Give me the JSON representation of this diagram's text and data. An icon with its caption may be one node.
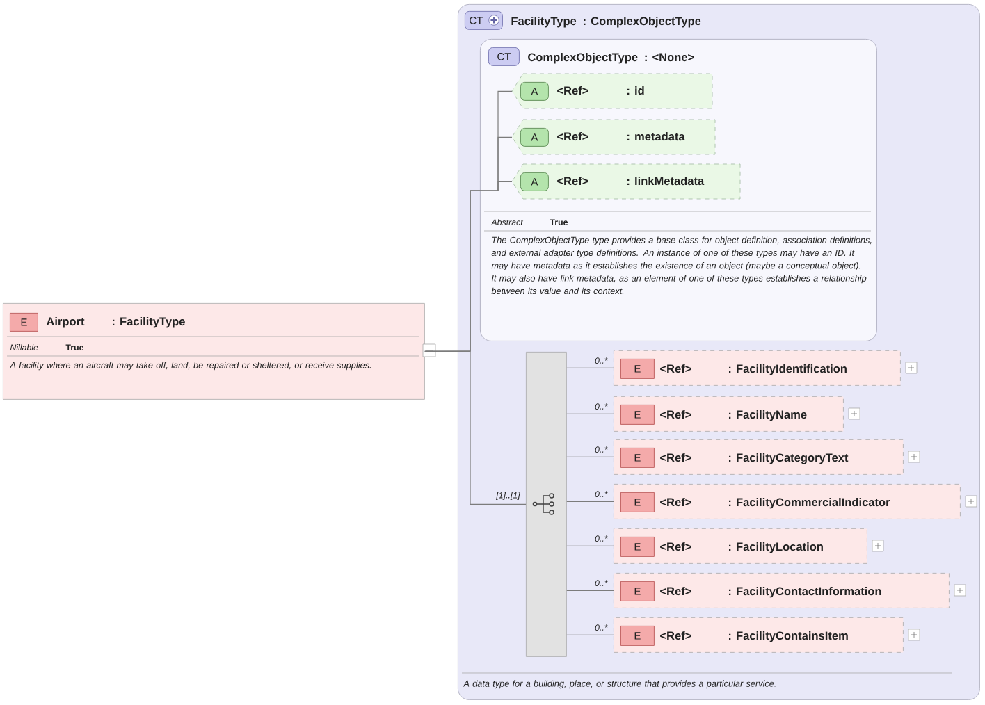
{
  "diagram": {
    "nodes": [
      {
        "text": [
          "E",
          "Airport",
          ": FacilityType",
          "Nillable",
          "True",
          "A facility where an aircraft may take off, land, be repaired or sheltered, or receive supplies."
        ]
      },
      {
        "text": [
          "CT",
          "FacilityType",
          ": ComplexObjectType",
          "A data type for a building, place, or structure that provides a particular service."
        ]
      },
      {
        "text": [
          "CT",
          "ComplexObjectType",
          ": <None>",
          "Abstract",
          "True",
          "The ComplexObjectType type provides a base class for object definition, association definitions, and external adapter type definitions. An instance of one of these types may have an ID. It may have metadata as it establishes the existence of an object (maybe a conceptual object). It may also have link metadata, as an element of one of these types establishes a relationship between its value and its context."
        ],
        "in": 1
      },
      {
        "text": [
          "A",
          "<Ref>",
          ": id"
        ],
        "in": 2
      },
      {
        "text": [
          "A",
          "<Ref>",
          ": metadata"
        ],
        "in": 2
      },
      {
        "text": [
          "A",
          "<Ref>",
          ": linkMetadata"
        ],
        "in": 2
      },
      {
        "text": [],
        "shape": "bar",
        "in": 1
      },
      {
        "text": [
          "E",
          "<Ref>",
          ": FacilityIdentification"
        ],
        "in": 1
      },
      {
        "text": [
          "E",
          "<Ref>",
          ": FacilityName"
        ],
        "in": 1
      },
      {
        "text": [
          "E",
          "<Ref>",
          ": FacilityCategoryText"
        ],
        "in": 1
      },
      {
        "text": [
          "E",
          "<Ref>",
          ": FacilityCommercialIndicator"
        ],
        "in": 1
      },
      {
        "text": [
          "E",
          "<Ref>",
          ": FacilityLocation"
        ],
        "in": 1
      },
      {
        "text": [
          "E",
          "<Ref>",
          ": FacilityContactInformation"
        ],
        "in": 1
      },
      {
        "text": [
          "E",
          "<Ref>",
          ": FacilityContainsItem"
        ],
        "in": 1
      }
    ],
    "edges": [
      {
        "from": 0,
        "to": 3,
        "arrow": "none"
      },
      {
        "from": 0,
        "to": 4,
        "arrow": "none"
      },
      {
        "from": 0,
        "to": 5,
        "arrow": "none"
      },
      {
        "from": 0,
        "to": 6,
        "arrow": "none",
        "label": "[1]..[1]"
      },
      {
        "from": 6,
        "to": 7,
        "arrow": "none",
        "label": "0..*"
      },
      {
        "from": 6,
        "to": 8,
        "arrow": "none",
        "label": "0..*"
      },
      {
        "from": 6,
        "to": 9,
        "arrow": "none",
        "label": "0..*"
      },
      {
        "from": 6,
        "to": 10,
        "arrow": "none",
        "label": "0..*"
      },
      {
        "from": 6,
        "to": 11,
        "arrow": "none",
        "label": "0..*"
      },
      {
        "from": 6,
        "to": 12,
        "arrow": "none",
        "label": "0..*"
      },
      {
        "from": 6,
        "to": 13,
        "arrow": "none",
        "label": "0..*"
      }
    ]
  }
}
